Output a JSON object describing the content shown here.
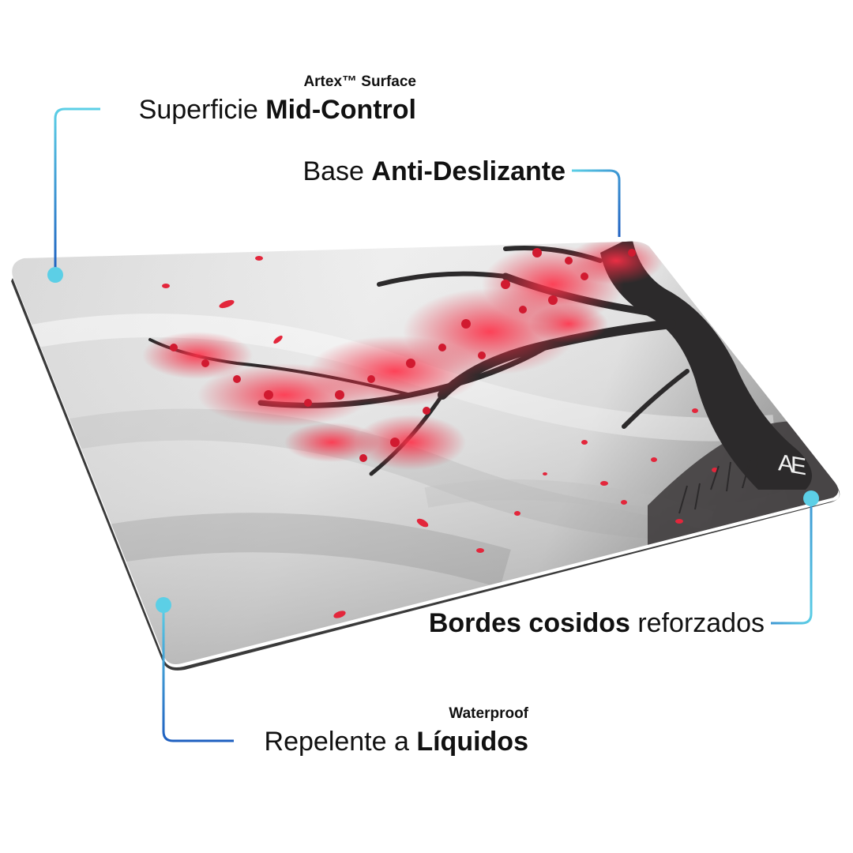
{
  "labels": {
    "surface_sub": "Artex™ Surface",
    "surface_prefix": "Superficie ",
    "surface_bold": "Mid-Control",
    "base_prefix": "Base ",
    "base_bold": "Anti-Deslizante",
    "edges_bold": "Bordes cosidos",
    "edges_suffix": " reforzados",
    "water_sub": "Waterproof",
    "water_prefix": "Repelente a ",
    "water_bold": "Líquidos"
  },
  "brand_mark": "AE",
  "colors": {
    "callout_light": "#5ccfe6",
    "callout_dark": "#1e5fc0",
    "blossom_red": "#e3263b",
    "trunk": "#2c2a2b",
    "mat_grey": "#c9c9c9"
  },
  "icons": [
    "callout-dot-icon",
    "callout-line-icon"
  ]
}
